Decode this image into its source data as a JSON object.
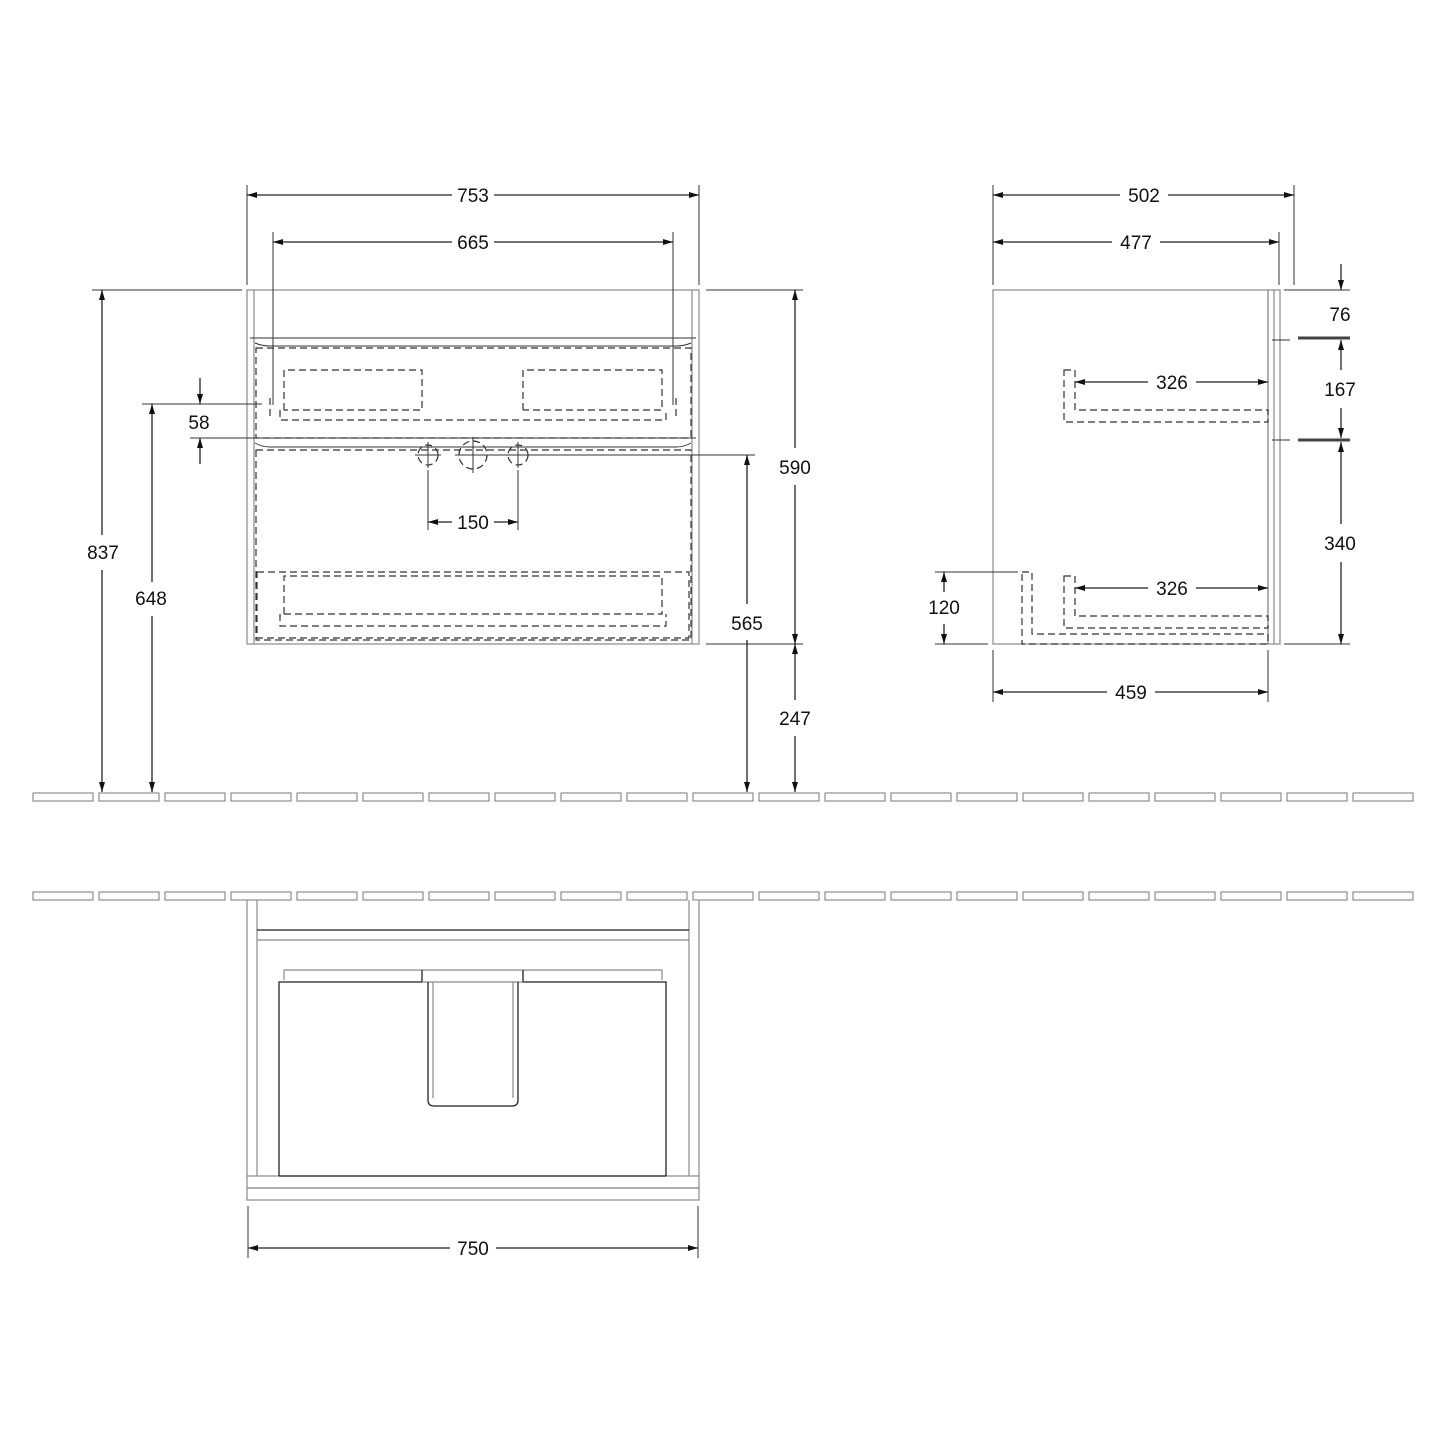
{
  "front_view": {
    "width_overall": "753",
    "width_inner": "665",
    "height_total": "837",
    "height_to_siphon": "648",
    "drawer_gap": "58",
    "tap_spacing": "150",
    "cabinet_height": "590",
    "height_to_taps": "565",
    "floor_clearance": "247"
  },
  "side_view": {
    "depth_overall": "502",
    "depth_cabinet": "477",
    "top_offset": "76",
    "drawer_spacing": "167",
    "upper_drawer_depth": "326",
    "lower_drawer_depth": "326",
    "lower_height": "340",
    "plinth_height": "120",
    "depth_base": "459"
  },
  "top_view": {
    "width": "750"
  }
}
